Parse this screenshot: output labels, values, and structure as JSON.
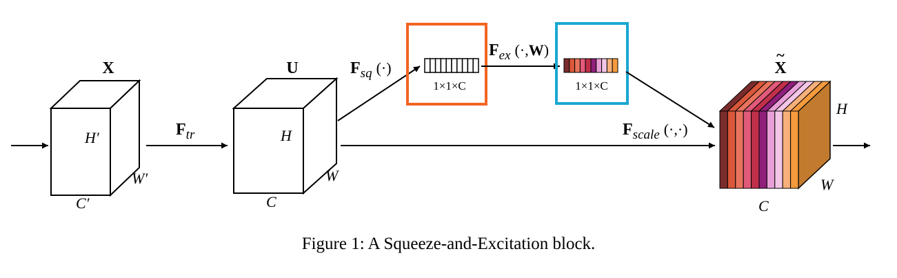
{
  "caption": "Figure 1: A Squeeze-and-Excitation block.",
  "labels": {
    "x_title": "X",
    "x_h": "H′",
    "x_w": "W′",
    "x_c": "C′",
    "u_title": "U",
    "u_h": "H",
    "u_w": "W",
    "u_c": "C",
    "xt_title": "X",
    "xt_tilde": "~",
    "xt_h": "H",
    "xt_w": "W",
    "xt_c": "C",
    "sq_vec": "1×1×C",
    "ex_vec": "1×1×C"
  },
  "ops": {
    "tr_main": "F",
    "tr_sub": "tr",
    "sq_main": "F",
    "sq_sub": "sq",
    "sq_args": "(·)",
    "ex_main": "F",
    "ex_sub": "ex",
    "ex_args_open": "(·,",
    "ex_args_w": "W",
    "ex_args_close": ")",
    "scale_main": "F",
    "scale_sub": "scale",
    "scale_args": "(·,·)"
  },
  "colors": {
    "squeeze_box": "#f26522",
    "excite_box": "#1aa7d0",
    "channel_colors": [
      "#7a2c2c",
      "#d9573a",
      "#e8735c",
      "#e15a7a",
      "#c0304a",
      "#8e1f7a",
      "#e9a0d8",
      "#f3c6e6",
      "#f7b07a",
      "#f59a3d"
    ],
    "cube_side": "#c27a2e"
  }
}
